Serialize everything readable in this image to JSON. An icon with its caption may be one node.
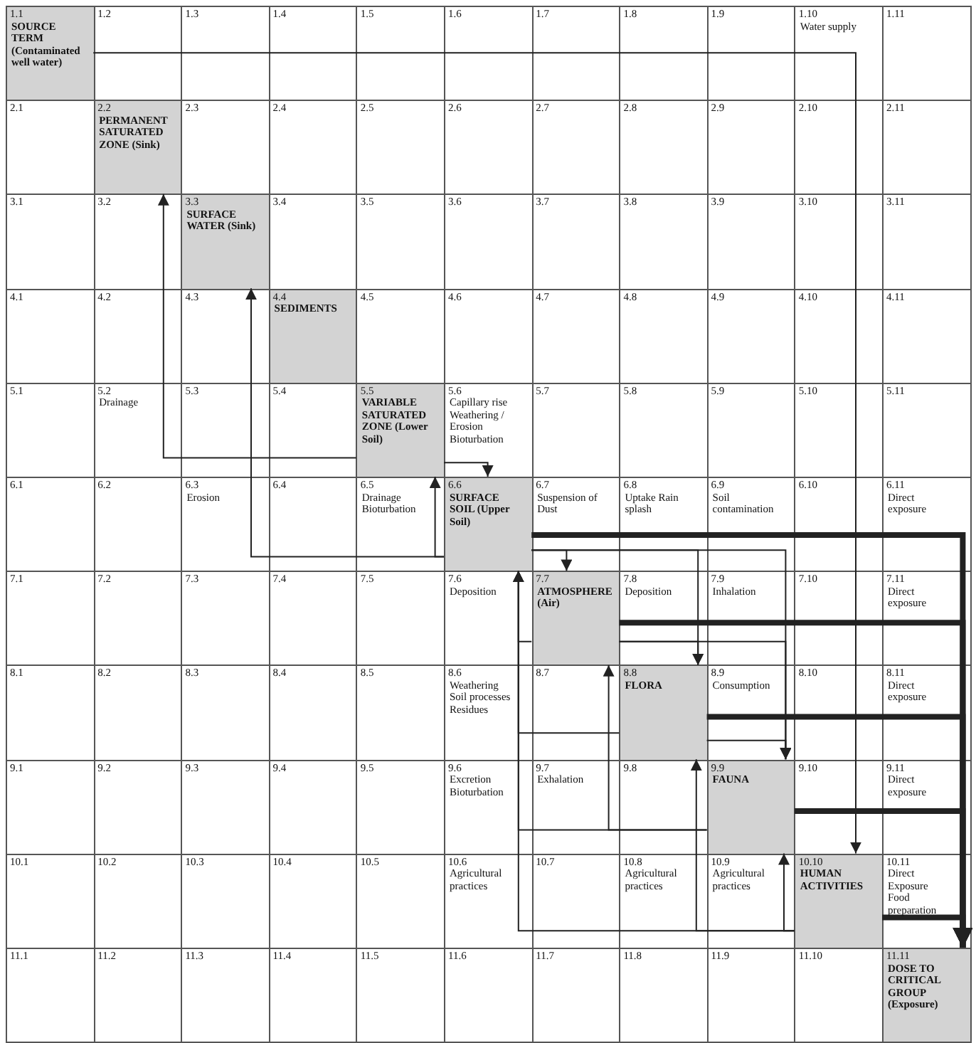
{
  "diagram": {
    "nodes": [
      {
        "text": [
          "1.1",
          "SOURCE TERM (Contaminated well water)"
        ]
      },
      {
        "text": [
          "2.2",
          "PERMANENT SATURATED ZONE (Sink)"
        ]
      },
      {
        "text": [
          "3.3",
          "SURFACE WATER (Sink)"
        ]
      },
      {
        "text": [
          "4.4",
          "SEDIMENTS"
        ]
      },
      {
        "text": [
          "5.5",
          "VARIABLE SATURATED ZONE (Lower Soil)"
        ]
      },
      {
        "text": [
          "6.6",
          "SURFACE SOIL (Upper Soil)"
        ]
      },
      {
        "text": [
          "7.7",
          "ATMOSPHERE (Air)"
        ]
      },
      {
        "text": [
          "8.8",
          "FLORA"
        ]
      },
      {
        "text": [
          "9.9",
          "FAUNA"
        ]
      },
      {
        "text": [
          "10.10",
          "HUMAN ACTIVITIES"
        ]
      },
      {
        "text": [
          "11.11",
          "DOSE TO CRITICAL GROUP (Exposure)"
        ]
      }
    ],
    "edges": [
      {
        "from": 0,
        "to": 9,
        "arrow": "to"
      },
      {
        "from": 4,
        "to": 1,
        "arrow": "to"
      },
      {
        "from": 4,
        "to": 5,
        "arrow": "to"
      },
      {
        "from": 5,
        "to": 2,
        "arrow": "to"
      },
      {
        "from": 5,
        "to": 4,
        "arrow": "to"
      },
      {
        "from": 5,
        "to": 10,
        "arrow": "to",
        "style": "thick"
      },
      {
        "from": 5,
        "to": 6,
        "arrow": "to"
      },
      {
        "from": 5,
        "to": 7,
        "arrow": "to"
      },
      {
        "from": 5,
        "to": 8,
        "arrow": "to"
      },
      {
        "from": 6,
        "to": 5,
        "arrow": "to"
      },
      {
        "from": 6,
        "to": 7,
        "arrow": "to"
      },
      {
        "from": 6,
        "to": 8,
        "arrow": "to"
      },
      {
        "from": 6,
        "to": 10,
        "arrow": "to",
        "style": "thick"
      },
      {
        "from": 7,
        "to": 5,
        "arrow": "to"
      },
      {
        "from": 7,
        "to": 8,
        "arrow": "to"
      },
      {
        "from": 7,
        "to": 10,
        "arrow": "to",
        "style": "thick"
      },
      {
        "from": 8,
        "to": 5,
        "arrow": "to"
      },
      {
        "from": 8,
        "to": 6,
        "arrow": "to"
      },
      {
        "from": 8,
        "to": 10,
        "arrow": "to",
        "style": "thick"
      },
      {
        "from": 9,
        "to": 5,
        "arrow": "to"
      },
      {
        "from": 9,
        "to": 7,
        "arrow": "to"
      },
      {
        "from": 9,
        "to": 8,
        "arrow": "to"
      },
      {
        "from": 9,
        "to": 10,
        "arrow": "to",
        "style": "thick"
      }
    ],
    "labels": [
      "1.2",
      "1.3",
      "1.4",
      "1.5",
      "1.6",
      "1.7",
      "1.8",
      "1.9",
      "1.10",
      "Water supply",
      "1.11",
      "2.1",
      "2.3",
      "2.4",
      "2.5",
      "2.6",
      "2.7",
      "2.8",
      "2.9",
      "2.10",
      "2.11",
      "3.1",
      "3.2",
      "3.4",
      "3.5",
      "3.6",
      "3.7",
      "3.8",
      "3.9",
      "3.10",
      "3.11",
      "4.1",
      "4.2",
      "4.3",
      "4.5",
      "4.6",
      "4.7",
      "4.8",
      "4.9",
      "4.10",
      "4.11",
      "5.1",
      "5.2",
      "Drainage",
      "5.3",
      "5.4",
      "5.6",
      "Capillary rise Weathering / Erosion Bioturbation",
      "5.7",
      "5.8",
      "5.9",
      "5.10",
      "5.11",
      "6.1",
      "6.2",
      "6.3",
      "Erosion",
      "6.4",
      "6.5",
      "Drainage Bioturbation",
      "6.7",
      "Suspension of Dust",
      "6.8",
      "Uptake Rain splash",
      "6.9",
      "Soil contamination",
      "6.10",
      "6.11",
      "Direct exposure",
      "7.1",
      "7.2",
      "7.3",
      "7.4",
      "7.5",
      "7.6",
      "Deposition",
      "7.8",
      "Deposition",
      "7.9",
      "Inhalation",
      "7.10",
      "7.11",
      "Direct exposure",
      "8.1",
      "8.2",
      "8.3",
      "8.4",
      "8.5",
      "8.6",
      "Weathering Soil processes Residues",
      "8.7",
      "8.9",
      "Consumption",
      "8.10",
      "8.11",
      "Direct exposure",
      "9.1",
      "9.2",
      "9.3",
      "9.4",
      "9.5",
      "9.6",
      "Excretion Bioturbation",
      "9.7",
      "Exhalation",
      "9.8",
      "9.10",
      "9.11",
      "Direct exposure",
      "10.1",
      "10.2",
      "10.3",
      "10.4",
      "10.5",
      "10.6",
      "Agricultural practices",
      "10.7",
      "10.8",
      "Agricultural practices",
      "10.9",
      "Agricultural practices",
      "10.11",
      "Direct Exposure Food preparation",
      "11.1",
      "11.2",
      "11.3",
      "11.4",
      "11.5",
      "11.6",
      "11.7",
      "11.8",
      "11.9",
      "11.10"
    ]
  }
}
